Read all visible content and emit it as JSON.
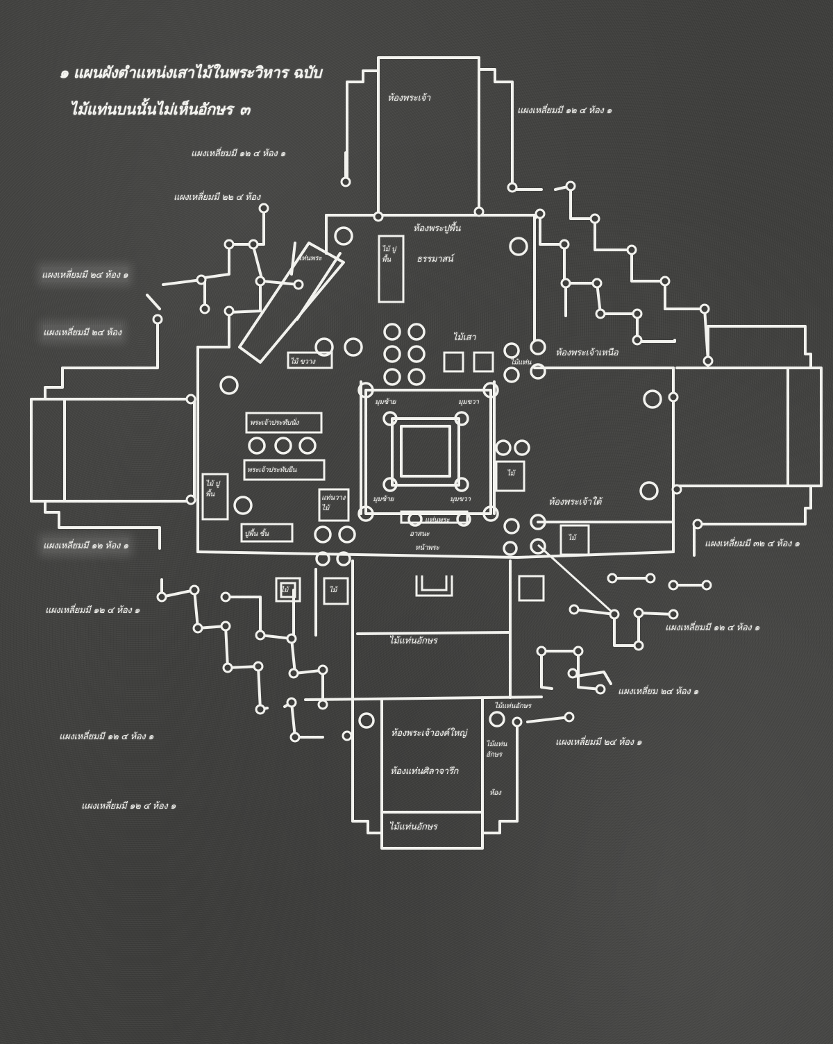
{
  "document": {
    "title_line_1": "๑ แผนผังตำแหน่งเสาไม้ในพระวิหาร ฉบับ",
    "title_line_2": "ไม้แท่นบนนั้นไม่เห็นอักษร",
    "title_mark": "๓",
    "colors": {
      "background": "#3e3e3c",
      "chalk": "#f2f2ee"
    }
  },
  "rooms": {
    "north_hall": "ห้องพระเจ้า",
    "north_passage": "ห้องพระปูพื้น",
    "pulpit": "ธรรมาสน์",
    "pulpit_tag": "ไม้ ปูพื้น",
    "wood_pillars": "ไม้เสา",
    "center_nw": "มุมซ้าย",
    "center_ne": "มุมขวา",
    "center_sw": "มุมซ้าย",
    "center_se": "มุมขวา",
    "center_south_1": "แท่นพระ",
    "center_south_2": "อาสนะ",
    "center_south_3": "หน้าพระ",
    "east_hall_north": "ห้องพระเจ้าเหนือ",
    "east_hall_south": "ห้องพระเจ้าใต้",
    "east_small_box": "ไม้",
    "east_box_2": "ไม้",
    "west_box_1": "พระเจ้าประทับนั่ง",
    "west_box_2": "พระเจ้าประทับยืน",
    "west_tall_box": "ไม้ ปู พื้น",
    "west_box_3": "ปูพื้น ชั้น",
    "west_lower_box": "แท่นวาง ไม้",
    "diagonal_box_1": "ไม้ ขวาง",
    "diagonal_box_2": "แท่นพระ",
    "sw_box_1": "ไม้",
    "sw_box_2": "ไม้",
    "south_passage": "ไม้แท่นอักษร",
    "south_hall_1": "ห้องพระเจ้าองค์ใหญ่",
    "south_hall_2": "ห้องแท่นศิลาจารึก",
    "south_hall_3": "ไม้แท่นอักษร",
    "south_side_right": "ไม้แท่น อักษร",
    "south_side_right_2": "ห้อง",
    "south_side_top": "ไม้แท่นอักษร",
    "ne_small": "ไม้แท่น"
  },
  "annotations": {
    "ne": "แผงเหลี่ยมมี ๑๒ ๔ ห้อง ๑",
    "nw_1": "แผงเหลี่ยมมี ๑๒ ๔ ห้อง ๑",
    "nw_2": "แผงเหลี่ยมมี ๒๒ ๔ ห้อง",
    "w_1": "แผงเหลี่ยมมี ๒๔ ห้อง ๑",
    "w_2": "แผงเหลี่ยมมี ๒๔ ห้อง",
    "w_3": "แผงเหลี่ยมมี ๑๒ ห้อง ๑",
    "e_1": "แผงเหลี่ยมมี ๓๒ ๔ ห้อง ๑",
    "sw_1": "แผงเหลี่ยมมี ๑๒ ๔ ห้อง ๑",
    "sw_2": "แผงเหลี่ยมมี ๑๒ ๔ ห้อง ๑",
    "sw_3": "แผงเหลี่ยมมี ๑๒ ๔ ห้อง ๑",
    "se_1": "แผงเหลี่ยมมี ๑๒ ๔ ห้อง ๑",
    "se_2": "แผงเหลี่ยม ๒๔ ห้อง ๑",
    "se_3": "แผงเหลี่ยมมี ๒๔ ห้อง ๑"
  }
}
